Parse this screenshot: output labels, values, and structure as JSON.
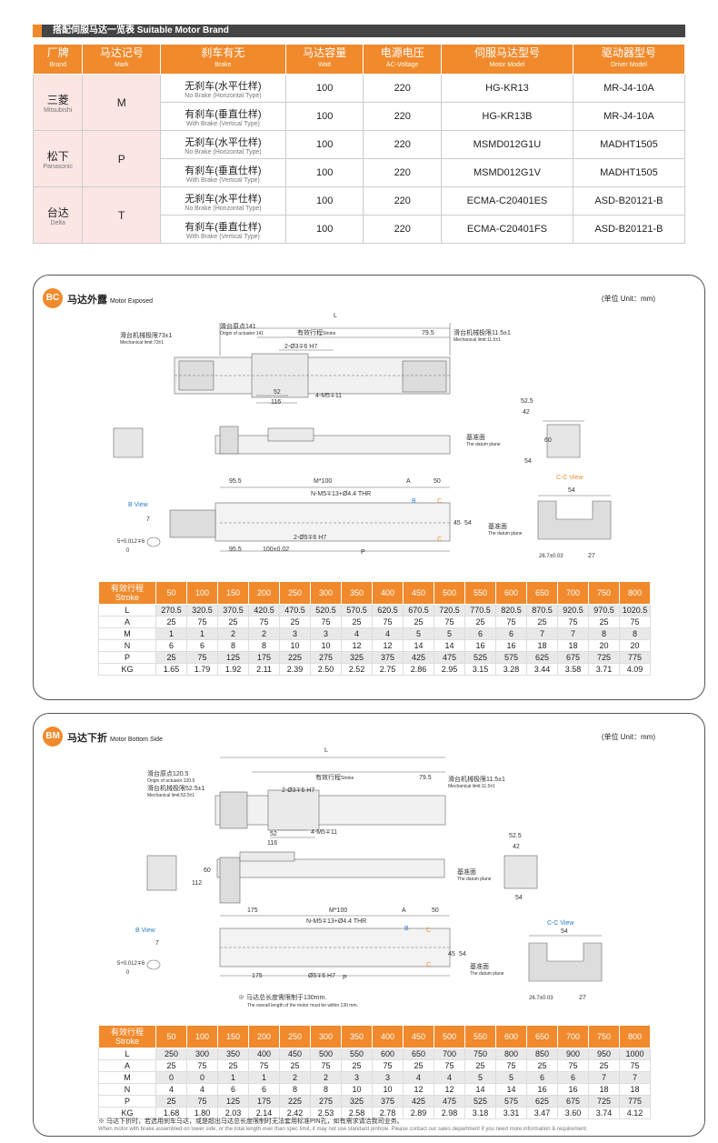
{
  "header": {
    "title": "搭配伺服马达一览表 Suitable Motor Brand"
  },
  "motor_table": {
    "columns": [
      {
        "cn": "厂牌",
        "en": "Brand"
      },
      {
        "cn": "马达记号",
        "en": "Mark"
      },
      {
        "cn": "刹车有无",
        "en": "Brake"
      },
      {
        "cn": "马达容量",
        "en": "Watt"
      },
      {
        "cn": "电源电压",
        "en": "AC-Voltage"
      },
      {
        "cn": "伺服马达型号",
        "en": "Motor Model"
      },
      {
        "cn": "驱动器型号",
        "en": "Driver Model"
      }
    ],
    "brands": [
      {
        "cn": "三菱",
        "en": "Mitsubishi",
        "mark": "M"
      },
      {
        "cn": "松下",
        "en": "Panasonic",
        "mark": "P"
      },
      {
        "cn": "台达",
        "en": "Delta",
        "mark": "T"
      }
    ],
    "rows": [
      {
        "brake_cn": "无刹车(水平仕样)",
        "brake_en": "No Brake (Horizontal Type)",
        "watt": "100",
        "voltage": "220",
        "motor": "HG-KR13",
        "driver": "MR-J4-10A"
      },
      {
        "brake_cn": "有刹车(垂直仕样)",
        "brake_en": "With Brake (Vertical Type)",
        "watt": "100",
        "voltage": "220",
        "motor": "HG-KR13B",
        "driver": "MR-J4-10A"
      },
      {
        "brake_cn": "无刹车(水平仕样)",
        "brake_en": "No Brake (Horizontal Type)",
        "watt": "100",
        "voltage": "220",
        "motor": "MSMD012G1U",
        "driver": "MADHT1505"
      },
      {
        "brake_cn": "有刹车(垂直仕样)",
        "brake_en": "With Brake (Vertical Type)",
        "watt": "100",
        "voltage": "220",
        "motor": "MSMD012G1V",
        "driver": "MADHT1505"
      },
      {
        "brake_cn": "无刹车(水平仕样)",
        "brake_en": "No Brake (Horizontal Type)",
        "watt": "100",
        "voltage": "220",
        "motor": "ECMA-C20401ES",
        "driver": "ASD-B20121-B"
      },
      {
        "brake_cn": "有刹车(垂直仕样)",
        "brake_en": "With Brake (Vertical Type)",
        "watt": "100",
        "voltage": "220",
        "motor": "ECMA-C20401FS",
        "driver": "ASD-B20121-B"
      }
    ]
  },
  "unit_label": "(单位 Unit：mm)",
  "stroke_head": {
    "cn": "有效行程",
    "en": "Stroke"
  },
  "strokes": [
    "50",
    "100",
    "150",
    "200",
    "250",
    "300",
    "350",
    "400",
    "450",
    "500",
    "550",
    "600",
    "650",
    "700",
    "750",
    "800"
  ],
  "bc": {
    "badge": "BC",
    "title": "马达外露",
    "title_en": "Motor Exposed",
    "labels": {
      "L": "L",
      "origin_cn": "滑台原点141",
      "origin_en": "Origin of actuator:141",
      "stroke_cn": "有效行程",
      "stroke_en": "Stroke",
      "d79_5": "79.5",
      "mech_left_cn": "滑台机械极限73±1",
      "mech_left_en": "Mechanical limit:73±1",
      "mech_right_cn": "滑台机械极限11.5±1",
      "mech_right_en": "Mechanical limit:11.5±1",
      "pin": "2-Ø3∓6 H7",
      "d52": "52",
      "d116": "116",
      "tap": "4-M5∓11",
      "d52_5": "52.5",
      "d42": "42",
      "d60": "60",
      "d54": "54",
      "datum_cn": "基准面",
      "datum_en": "The datum plane",
      "d95_5": "95.5",
      "m100": "M*100",
      "A": "A",
      "d50": "50",
      "thr": "N-M5∓13+Ø4.4 THR",
      "bview": "B View",
      "d7": "7",
      "tol": "5+0.012∓6",
      "tol0": "0",
      "d45": "45",
      "d54b": "54",
      "pin2": "2-Ø5∓6 H7",
      "d100": "100±0.02",
      "P": "P",
      "cc": "C-C View",
      "d54c": "54",
      "d26": "26.7±0.03",
      "d27": "27",
      "B": "B",
      "C": "C"
    },
    "rows": [
      {
        "label": "L",
        "values": [
          "270.5",
          "320.5",
          "370.5",
          "420.5",
          "470.5",
          "520.5",
          "570.5",
          "620.5",
          "670.5",
          "720.5",
          "770.5",
          "820.5",
          "870.5",
          "920.5",
          "970.5",
          "1020.5"
        ]
      },
      {
        "label": "A",
        "values": [
          "25",
          "75",
          "25",
          "75",
          "25",
          "75",
          "25",
          "75",
          "25",
          "75",
          "25",
          "75",
          "25",
          "75",
          "25",
          "75"
        ]
      },
      {
        "label": "M",
        "values": [
          "1",
          "1",
          "2",
          "2",
          "3",
          "3",
          "4",
          "4",
          "5",
          "5",
          "6",
          "6",
          "7",
          "7",
          "8",
          "8"
        ]
      },
      {
        "label": "N",
        "values": [
          "6",
          "6",
          "8",
          "8",
          "10",
          "10",
          "12",
          "12",
          "14",
          "14",
          "16",
          "16",
          "18",
          "18",
          "20",
          "20"
        ]
      },
      {
        "label": "P",
        "values": [
          "25",
          "75",
          "125",
          "175",
          "225",
          "275",
          "325",
          "375",
          "425",
          "475",
          "525",
          "575",
          "625",
          "675",
          "725",
          "775"
        ]
      },
      {
        "label": "KG",
        "values": [
          "1.65",
          "1.79",
          "1.92",
          "2.11",
          "2.39",
          "2.50",
          "2.52",
          "2.75",
          "2.86",
          "2.95",
          "3.15",
          "3.28",
          "3.44",
          "3.58",
          "3.71",
          "4.09"
        ]
      }
    ]
  },
  "bm": {
    "badge": "BM",
    "title": "马达下折",
    "title_en": "Motor Bottom Side",
    "labels": {
      "L": "L",
      "origin_cn": "滑台原点120.5",
      "origin_en": "Origin of actuator:120.5",
      "stroke_cn": "有效行程",
      "stroke_en": "Stroke",
      "d79_5": "79.5",
      "mech_left_cn": "滑台机械极限52.5±1",
      "mech_left_en": "Mechanical limit:52.5±1",
      "mech_right_cn": "滑台机械极限11.5±1",
      "mech_right_en": "Mechanical limit:11.5±1",
      "pin": "2-Ø3∓6 H7",
      "d52": "52",
      "d116": "116",
      "tap": "4-M5∓11",
      "d112": "112",
      "d60": "60",
      "d52_5": "52.5",
      "d42": "42",
      "d54": "54",
      "datum_cn": "基准面",
      "datum_en": "The datum plane",
      "d175": "175",
      "m100": "M*100",
      "A": "A",
      "d50": "50",
      "thr": "N-M5∓13+Ø4.4 THR",
      "bview": "B View",
      "d7": "7",
      "tol": "5+0.012∓6",
      "tol0": "0",
      "d45": "45",
      "d54b": "54",
      "pin2": "Ø5∓6 H7",
      "d175b": "175",
      "P": "P",
      "note_cn": "※ 马达总长度需限制于130mm.",
      "note_en": "The overall length of the motor must be within 130 mm.",
      "cc": "C-C View",
      "d54c": "54",
      "d26": "26.7±0.03",
      "d27": "27",
      "B": "B",
      "C": "C"
    },
    "rows": [
      {
        "label": "L",
        "values": [
          "250",
          "300",
          "350",
          "400",
          "450",
          "500",
          "550",
          "600",
          "650",
          "700",
          "750",
          "800",
          "850",
          "900",
          "950",
          "1000"
        ]
      },
      {
        "label": "A",
        "values": [
          "25",
          "75",
          "25",
          "75",
          "25",
          "75",
          "25",
          "75",
          "25",
          "75",
          "25",
          "75",
          "25",
          "75",
          "25",
          "75"
        ]
      },
      {
        "label": "M",
        "values": [
          "0",
          "0",
          "1",
          "1",
          "2",
          "2",
          "3",
          "3",
          "4",
          "4",
          "5",
          "5",
          "6",
          "6",
          "7",
          "7"
        ]
      },
      {
        "label": "N",
        "values": [
          "4",
          "4",
          "6",
          "6",
          "8",
          "8",
          "10",
          "10",
          "12",
          "12",
          "14",
          "14",
          "16",
          "16",
          "18",
          "18"
        ]
      },
      {
        "label": "P",
        "values": [
          "25",
          "75",
          "125",
          "175",
          "225",
          "275",
          "325",
          "375",
          "425",
          "475",
          "525",
          "575",
          "625",
          "675",
          "725",
          "775"
        ]
      },
      {
        "label": "KG",
        "values": [
          "1.68",
          "1.80",
          "2.03",
          "2.14",
          "2.42",
          "2.53",
          "2.58",
          "2.78",
          "2.89",
          "2.98",
          "3.18",
          "3.31",
          "3.47",
          "3.60",
          "3.74",
          "4.12"
        ]
      }
    ]
  },
  "footnote": {
    "cn": "※ 马达下折时，若选用刹车马达，或是超出马达总长度限制时无法套用标准PIN孔，如有需求请洽我司业务。",
    "en": "When motor with brake assembled on lower side, or the total length over than spec limit, it may not use standard pinhole. Please contact our sales department if you need more information & requirement."
  }
}
